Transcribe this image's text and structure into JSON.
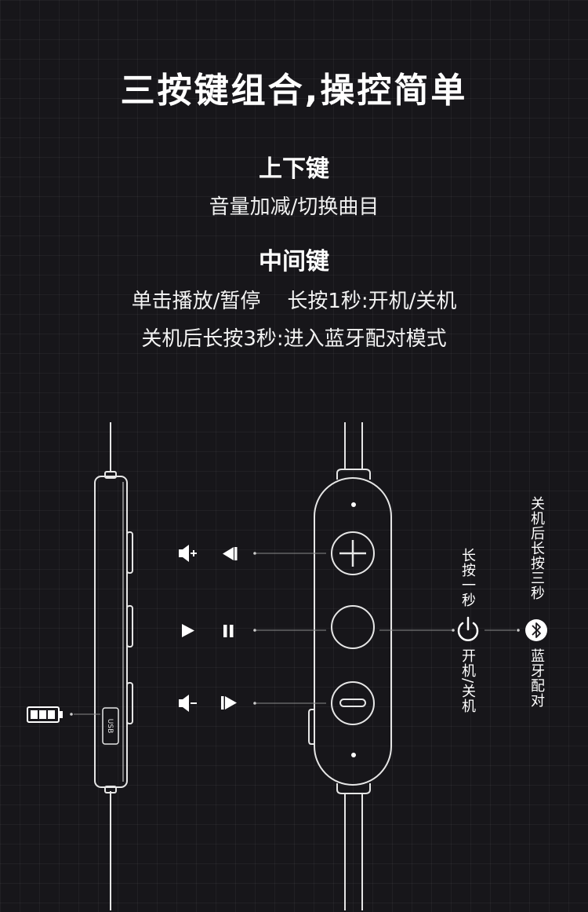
{
  "header": {
    "title": "三按键组合,操控简单"
  },
  "updown": {
    "title": "上下键",
    "desc": "音量加减/切换曲目"
  },
  "middle": {
    "title": "中间键",
    "desc_line1_a": "单击播放/暂停",
    "desc_line1_b": "长按1秒:开机/关机",
    "desc_line2": "关机后长按3秒:进入蓝牙配对模式"
  },
  "diagram": {
    "usb_label": "USB",
    "long_press_label": "长按一秒",
    "power_label": "开机/关机",
    "bt_hold_label": "关机后长按三秒",
    "bt_pair_label": "蓝牙配对",
    "icons": [
      "volume-up-icon",
      "previous-track-icon",
      "play-icon",
      "pause-icon",
      "volume-down-icon",
      "next-track-icon",
      "plus-icon",
      "minus-icon",
      "power-icon",
      "bluetooth-icon",
      "battery-icon"
    ]
  }
}
